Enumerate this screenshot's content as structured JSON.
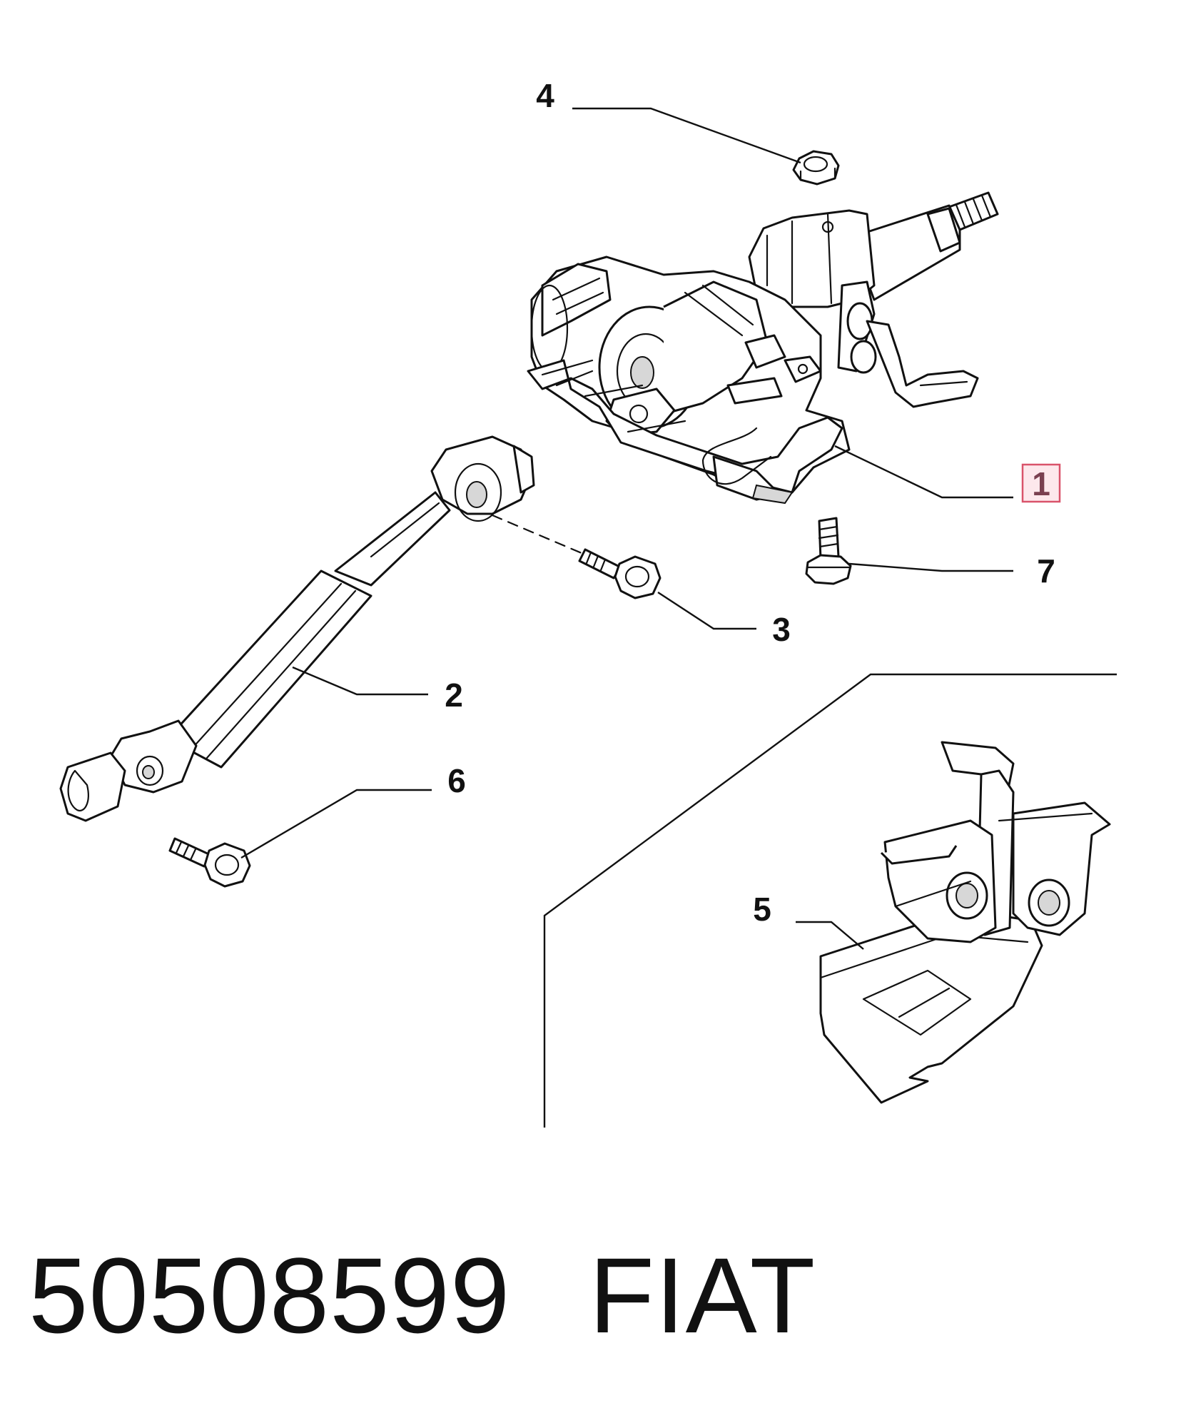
{
  "callouts": [
    {
      "id": "1",
      "text": "1",
      "highlighted": true
    },
    {
      "id": "2",
      "text": "2",
      "highlighted": false
    },
    {
      "id": "3",
      "text": "3",
      "highlighted": false
    },
    {
      "id": "4",
      "text": "4",
      "highlighted": false
    },
    {
      "id": "5",
      "text": "5",
      "highlighted": false
    },
    {
      "id": "6",
      "text": "6",
      "highlighted": false
    },
    {
      "id": "7",
      "text": "7",
      "highlighted": false
    }
  ],
  "caption": {
    "part_number": "50508599",
    "brand": "FIAT"
  },
  "colors": {
    "highlight_fill": "#fde8ec",
    "highlight_stroke": "#d9536a",
    "line": "#111111"
  }
}
